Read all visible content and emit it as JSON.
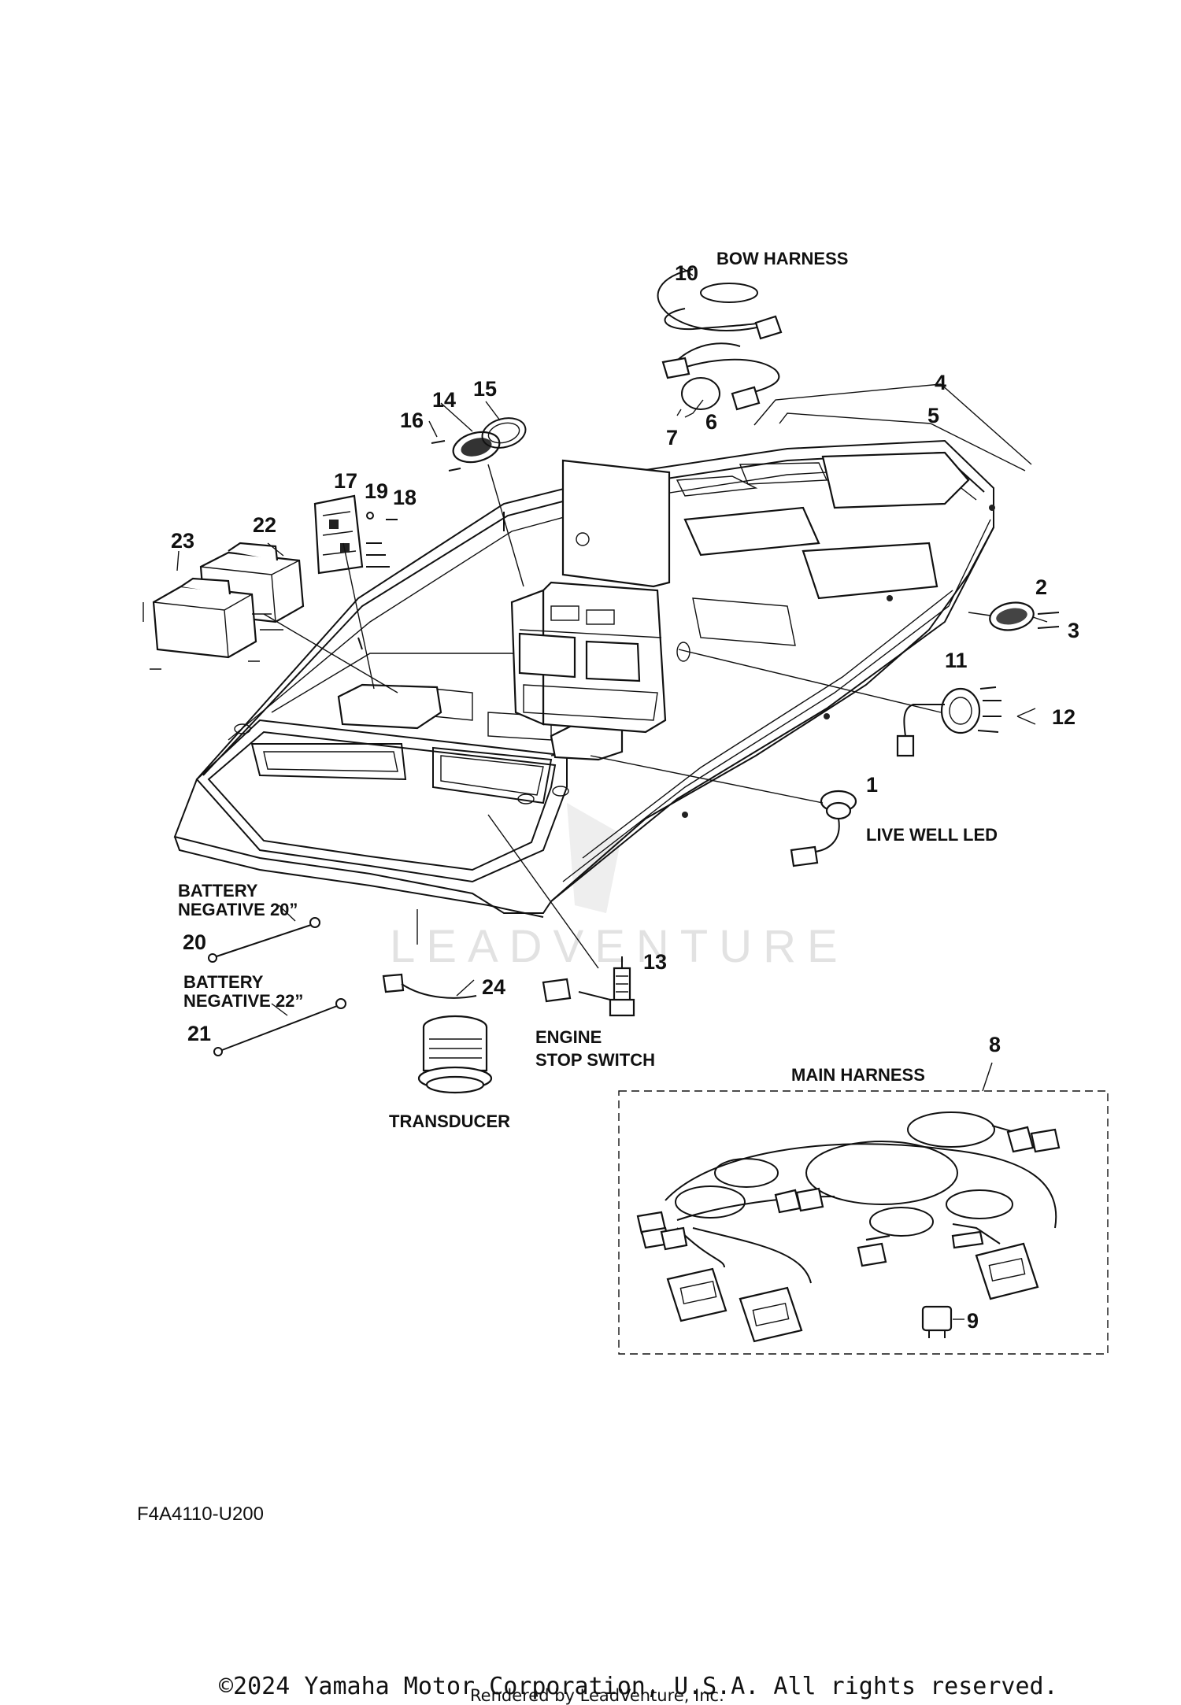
{
  "diagram": {
    "labels": {
      "bow_harness": "BOW HARNESS",
      "main_harness": "MAIN HARNESS",
      "live_well_led": "LIVE WELL LED",
      "engine_stop_switch_1": "ENGINE",
      "engine_stop_switch_2": "STOP SWITCH",
      "transducer": "TRANSDUCER",
      "battery_neg_20_1": "BATTERY",
      "battery_neg_20_2": "NEGATIVE 20”",
      "battery_neg_22_1": "BATTERY",
      "battery_neg_22_2": "NEGATIVE 22”"
    },
    "callouts": {
      "n1": "1",
      "n2": "2",
      "n3": "3",
      "n4": "4",
      "n5": "5",
      "n6": "6",
      "n7": "7",
      "n8": "8",
      "n9": "9",
      "n10": "10",
      "n11": "11",
      "n12": "12",
      "n13": "13",
      "n14": "14",
      "n15": "15",
      "n16": "16",
      "n17": "17",
      "n18": "18",
      "n19": "19",
      "n20": "20",
      "n21": "21",
      "n22": "22",
      "n23": "23",
      "n24": "24"
    },
    "reference_code": "F4A4110-U200"
  },
  "watermark": "LEADVENTURE",
  "footer": {
    "copyright": "©2024 Yamaha Motor Corporation, U.S.A. All rights reserved.",
    "rendered_by": "Rendered by LeadVenture, Inc."
  }
}
